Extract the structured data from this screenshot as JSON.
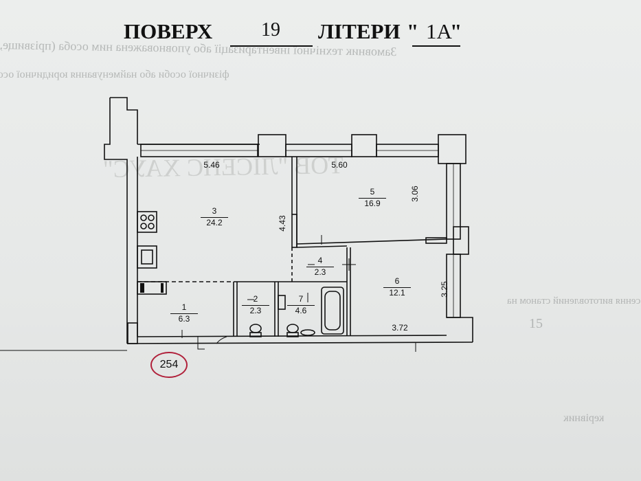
{
  "header": {
    "word1": "ПОВЕРХ",
    "floor": "19",
    "word2": "ЛІТЕРИ",
    "quote_open": "\"",
    "letter": "1А",
    "quote_close": "\""
  },
  "bleed_text": {
    "line1": "Замовник технічної інвентаризації або уповноважена ним особа (прізвище, і",
    "line2": "фізичної особи або найменування юридичної особи",
    "watermark": "ТОВ \"ЛІСЕНС ХАУС\"",
    "side1": "Несення виготовлений станом на",
    "side2": "15",
    "bottom": "керівник"
  },
  "plan": {
    "rooms": [
      {
        "id": "room-1",
        "number": "1",
        "area": "6.3"
      },
      {
        "id": "room-2",
        "number": "2",
        "area": "2.3"
      },
      {
        "id": "room-3",
        "number": "3",
        "area": "24.2"
      },
      {
        "id": "room-4",
        "number": "4",
        "area": "2.3"
      },
      {
        "id": "room-5",
        "number": "5",
        "area": "16.9"
      },
      {
        "id": "room-6",
        "number": "6",
        "area": "12.1"
      },
      {
        "id": "room-7",
        "number": "7",
        "area": "4.6"
      }
    ],
    "dimensions": {
      "d546": "5.46",
      "d560": "5.60",
      "d306": "3.06",
      "d443": "4.43",
      "d325": "3.25",
      "d372": "3.72"
    },
    "apartment_number": "254",
    "colors": {
      "badge": "#b0203a",
      "ink": "#111111"
    }
  }
}
